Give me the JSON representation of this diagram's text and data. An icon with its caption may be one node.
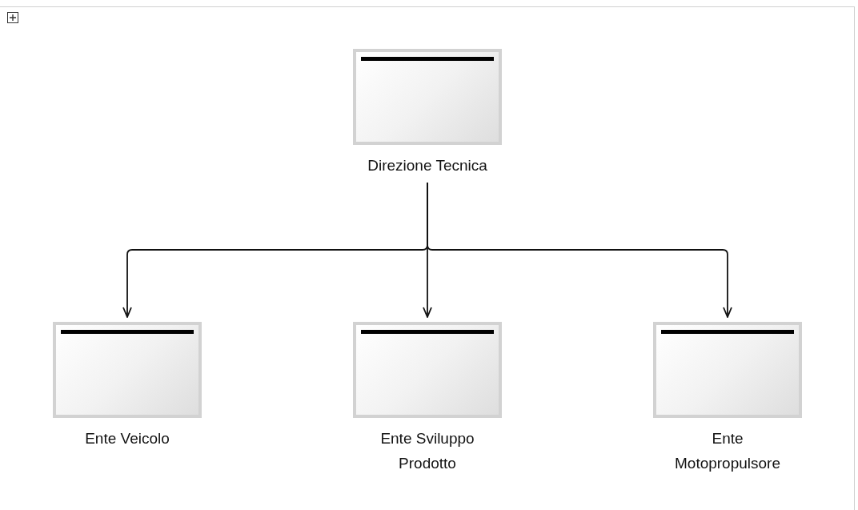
{
  "diagram": {
    "nodes": [
      {
        "text": [
          "Direzione Tecnica"
        ]
      },
      {
        "text": [
          "Ente Veicolo"
        ]
      },
      {
        "text": [
          "Ente Sviluppo Prodotto"
        ]
      },
      {
        "text": [
          "Ente Motopropulsore"
        ]
      }
    ],
    "edges": [
      {
        "from": 0,
        "to": 1,
        "arrow": "to"
      },
      {
        "from": 0,
        "to": 2,
        "arrow": "to"
      },
      {
        "from": 0,
        "to": 3,
        "arrow": "to"
      }
    ]
  }
}
